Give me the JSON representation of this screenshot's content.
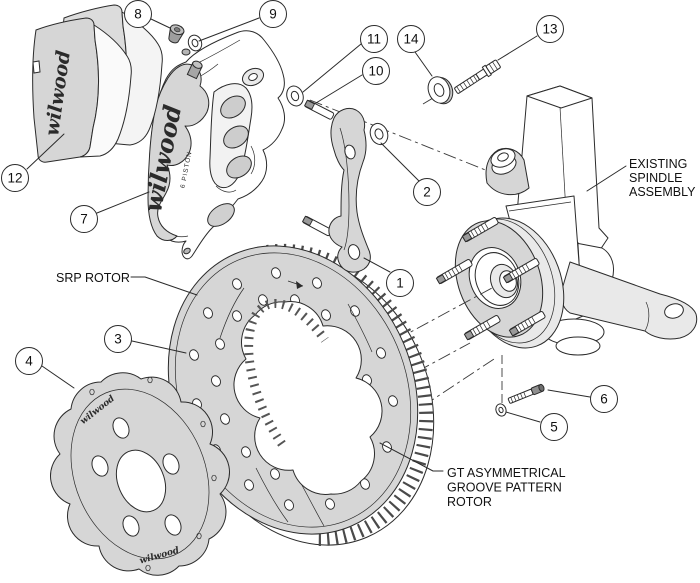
{
  "diagram": {
    "brand_script": "wilwood",
    "caliper_marking": "6 PISTON",
    "labels": {
      "srp_rotor": "SRP ROTOR",
      "existing_spindle": [
        "EXISTING",
        "SPINDLE",
        "ASSEMBLY"
      ],
      "gt_rotor": [
        "GT ASYMMETRICAL",
        "GROOVE PATTERN",
        "ROTOR"
      ]
    },
    "callouts": [
      "1",
      "2",
      "3",
      "4",
      "5",
      "6",
      "7",
      "8",
      "9",
      "10",
      "11",
      "12",
      "13",
      "14"
    ],
    "colors": {
      "background": "#ffffff",
      "line": "#2b2b2b",
      "part_gray": "#d6d6d6",
      "accent_dark": "#9a9a9a"
    }
  }
}
